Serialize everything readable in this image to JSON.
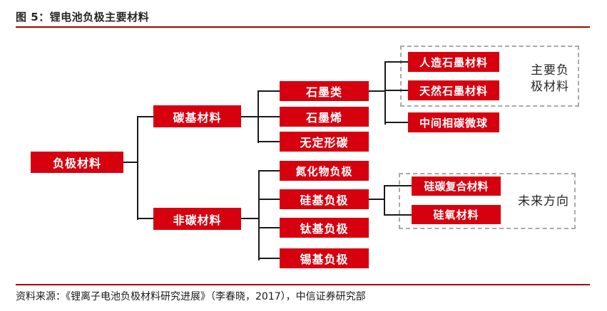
{
  "header": {
    "title": "图 5：锂电池负极主要材料"
  },
  "footer": {
    "source": "资料来源：《锂离子电池负极材料研究进展》（李春晓，2017），中信证券研究部"
  },
  "colors": {
    "node_red": "#d6000f",
    "rule_red": "#a80000",
    "connector_black": "#1a1a1a",
    "group_dash_gray": "#a9a9a9"
  },
  "nodes": {
    "root": "负极材料",
    "carbon": "碳基材料",
    "noncarbon": "非碳材料",
    "graphite": "石墨类",
    "graphene": "石墨烯",
    "amorphous": "无定形碳",
    "nitride": "氮化物负极",
    "silicon": "硅基负极",
    "titanium": "钛基负极",
    "tin": "锡基负极",
    "artificial_graphite": "人造石墨材料",
    "natural_graphite": "天然石墨材料",
    "mcmb": "中间相碳微球",
    "si_carbon": "硅碳复合材料",
    "si_oxygen": "硅氧材料"
  },
  "annotations": {
    "main_anode": "主要负极材料",
    "future": "未来方向"
  }
}
